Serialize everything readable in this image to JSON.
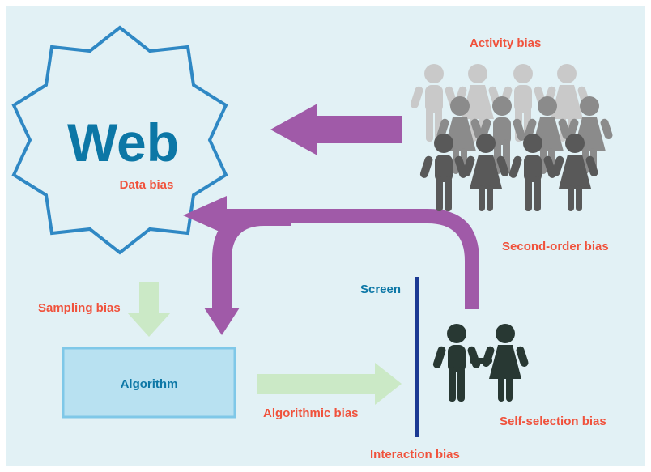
{
  "colors": {
    "background": "#e2f1f5",
    "web_outline": "#2f88c4",
    "title_blue": "#0c77a6",
    "bias_red": "#f0523c",
    "arrow_purple": "#a05aa8",
    "arrow_green": "#cbe9c6",
    "algorithm_fill": "#b8e1f1",
    "algorithm_border": "#7fc8e8",
    "screen_line": "#1b3a93",
    "crowd_light": "#c9c9c9",
    "crowd_mid": "#8b8b8b",
    "crowd_dark": "#595959",
    "pair_dark": "#283833"
  },
  "icons": {
    "crowd": "people-crowd-icon",
    "pair": "people-pair-icon"
  },
  "labels": {
    "web": "Web",
    "data_bias": "Data bias",
    "activity_bias": "Activity bias",
    "second_order_bias": "Second-order bias",
    "sampling_bias": "Sampling bias",
    "algorithm": "Algorithm",
    "algorithmic_bias": "Algorithmic bias",
    "screen": "Screen",
    "interaction_bias": "Interaction bias",
    "self_selection_bias": "Self-selection bias"
  }
}
